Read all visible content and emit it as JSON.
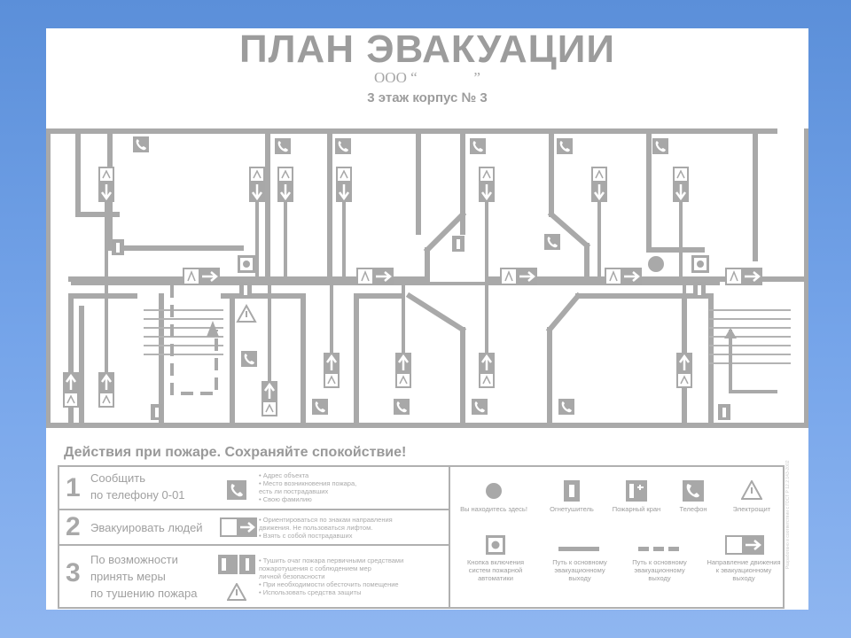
{
  "header": {
    "title": "ПЛАН ЭВАКУАЦИИ",
    "org": "ООО “               ”",
    "floor": "3 этаж корпус № 3"
  },
  "actions": {
    "title": "Действия при пожаре. Сохраняйте спокойствие!",
    "steps": [
      {
        "num": "1",
        "line1": "Сообщить",
        "line2": "по телефону 0-01",
        "notes": [
          "• Адрес объекта",
          "• Место возникновения пожара,",
          "  есть ли пострадавших",
          "• Свою фамилию"
        ]
      },
      {
        "num": "2",
        "line1": "Эвакуировать людей",
        "notes": [
          "• Ориентироваться по знакам направления",
          "  движения. Не пользоваться лифтом.",
          "• Взять с собой пострадавших"
        ]
      },
      {
        "num": "3",
        "line1": "По возможности",
        "line2": "принять меры",
        "line3": "по тушению пожара",
        "notes": [
          "• Тушить очаг пожара первичными средствами",
          "  пожаротушения с соблюдением мер",
          "  личной безопасности",
          "• При необходимости обесточить помещение",
          "• Использовать средства защиты"
        ]
      }
    ]
  },
  "legend": {
    "you_are_here": "Вы находитесь здесь!",
    "extinguisher": "Огнетушитель",
    "hydrant": "Пожарный кран",
    "phone": "Телефон",
    "electric": "Электрощит",
    "alarm_button": "Кнопка включения систем пожарной автоматики",
    "main_path": "Путь к основному эвакуационному выходу",
    "alt_path": "Путь к основному эвакуационному выходу",
    "direction": "Направление движения к эвакуационному выходу"
  },
  "side_note": "Разработано в соответствии с ГОСТ Р 12.2.143-2002",
  "icons": [
    "phone-icon",
    "exit-sign-icon",
    "extinguisher-icon",
    "hydrant-icon",
    "warning-icon",
    "alarm-button-icon",
    "you-are-here-icon",
    "arrow-up-icon",
    "arrow-down-icon"
  ],
  "colors": {
    "plan_gray": "#a9a9a9",
    "background": "#6e9fe6"
  }
}
